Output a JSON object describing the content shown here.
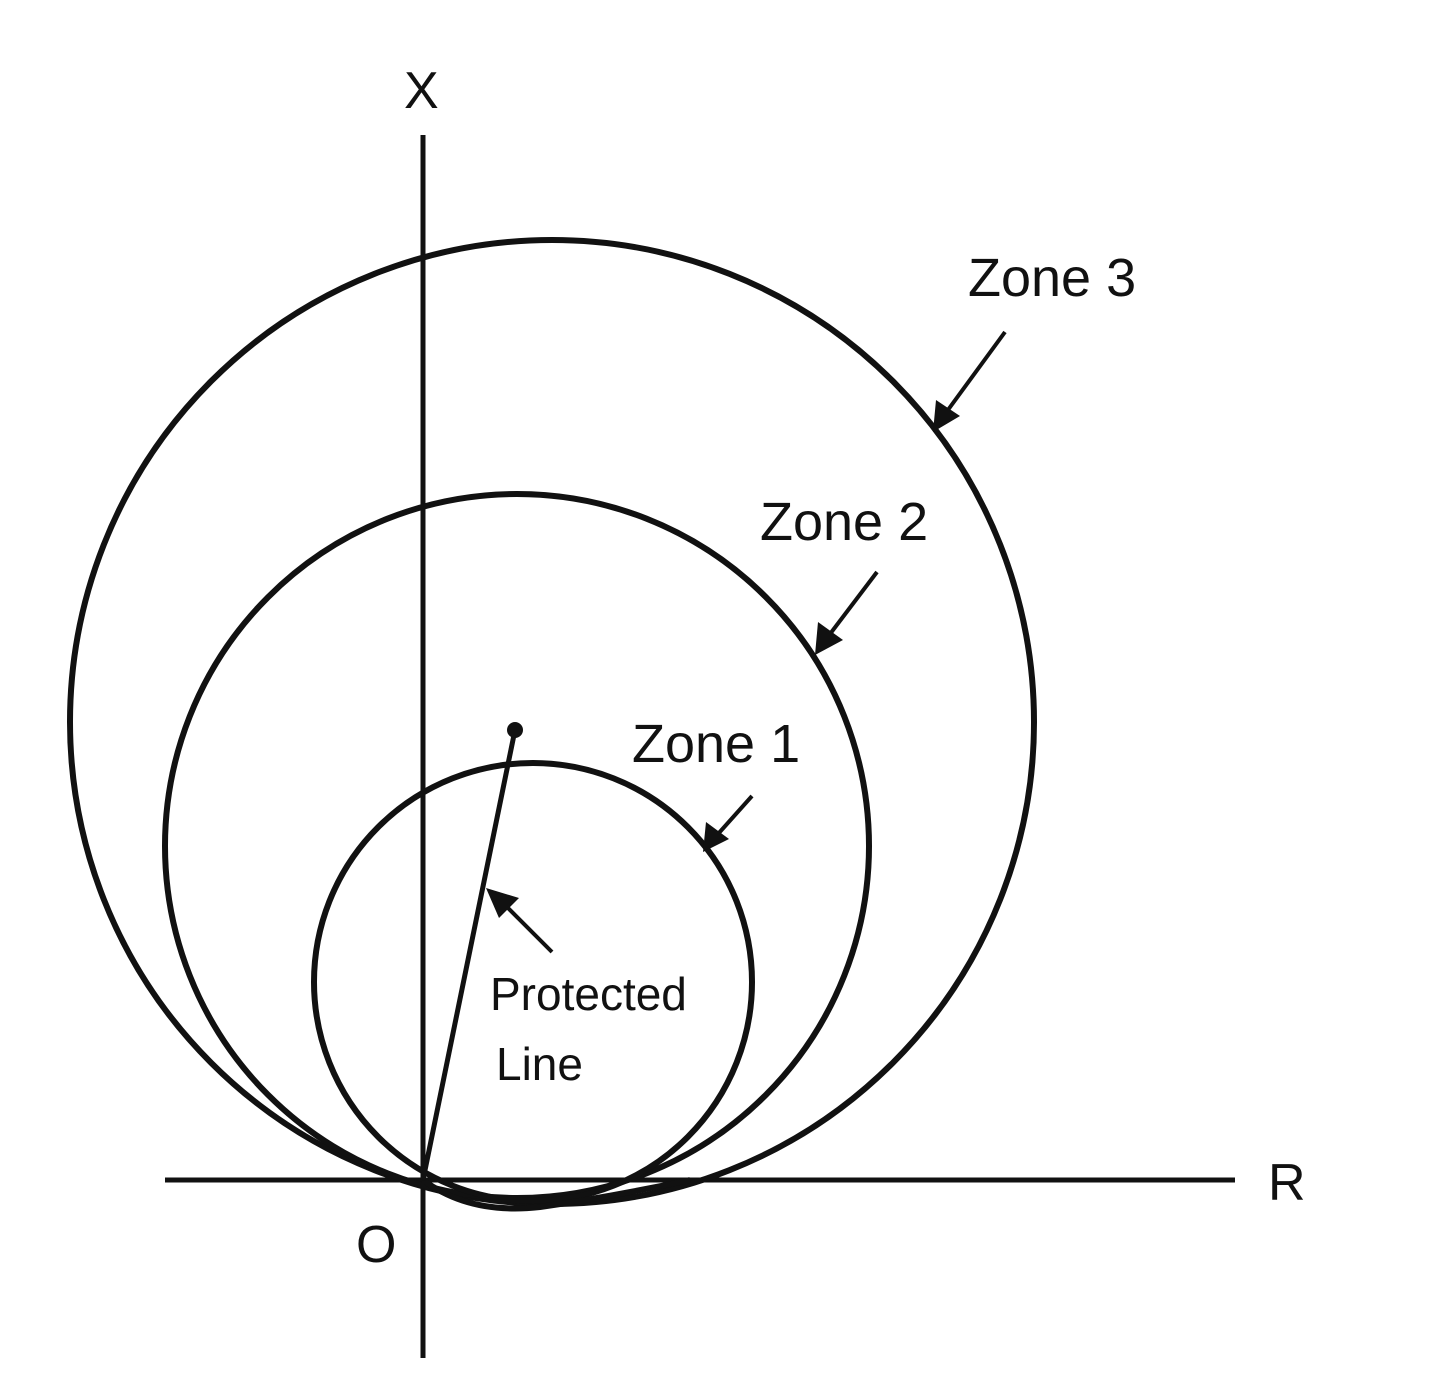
{
  "axes": {
    "x_label": "X",
    "r_label": "R",
    "origin_label": "O"
  },
  "zones": [
    {
      "label": "Zone 1"
    },
    {
      "label": "Zone 2"
    },
    {
      "label": "Zone 3"
    }
  ],
  "protected_line": {
    "label_line1": "Protected",
    "label_line2": "Line"
  }
}
